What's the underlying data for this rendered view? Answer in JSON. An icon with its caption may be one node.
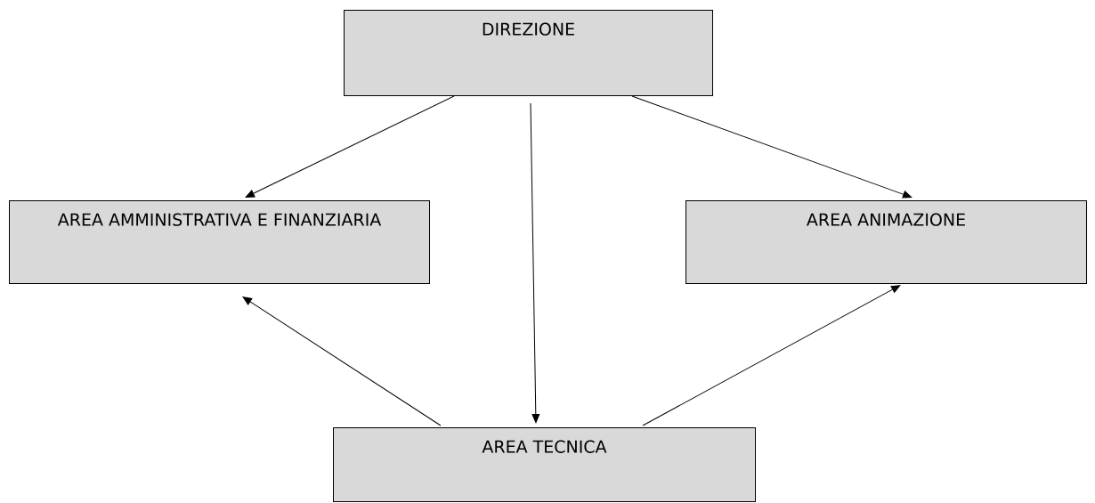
{
  "diagram": {
    "nodes": [
      {
        "text": [
          "DIREZIONE"
        ]
      },
      {
        "text": [
          "AREA AMMINISTRATIVA E FINANZIARIA"
        ]
      },
      {
        "text": [
          "AREA ANIMAZIONE"
        ]
      },
      {
        "text": [
          "AREA TECNICA"
        ]
      }
    ],
    "edges": [
      {
        "from": 0,
        "to": 1,
        "arrow": "to"
      },
      {
        "from": 0,
        "to": 3,
        "arrow": "to"
      },
      {
        "from": 0,
        "to": 2,
        "arrow": "to"
      },
      {
        "from": 3,
        "to": 1,
        "arrow": "to"
      },
      {
        "from": 3,
        "to": 2,
        "arrow": "to"
      }
    ]
  }
}
